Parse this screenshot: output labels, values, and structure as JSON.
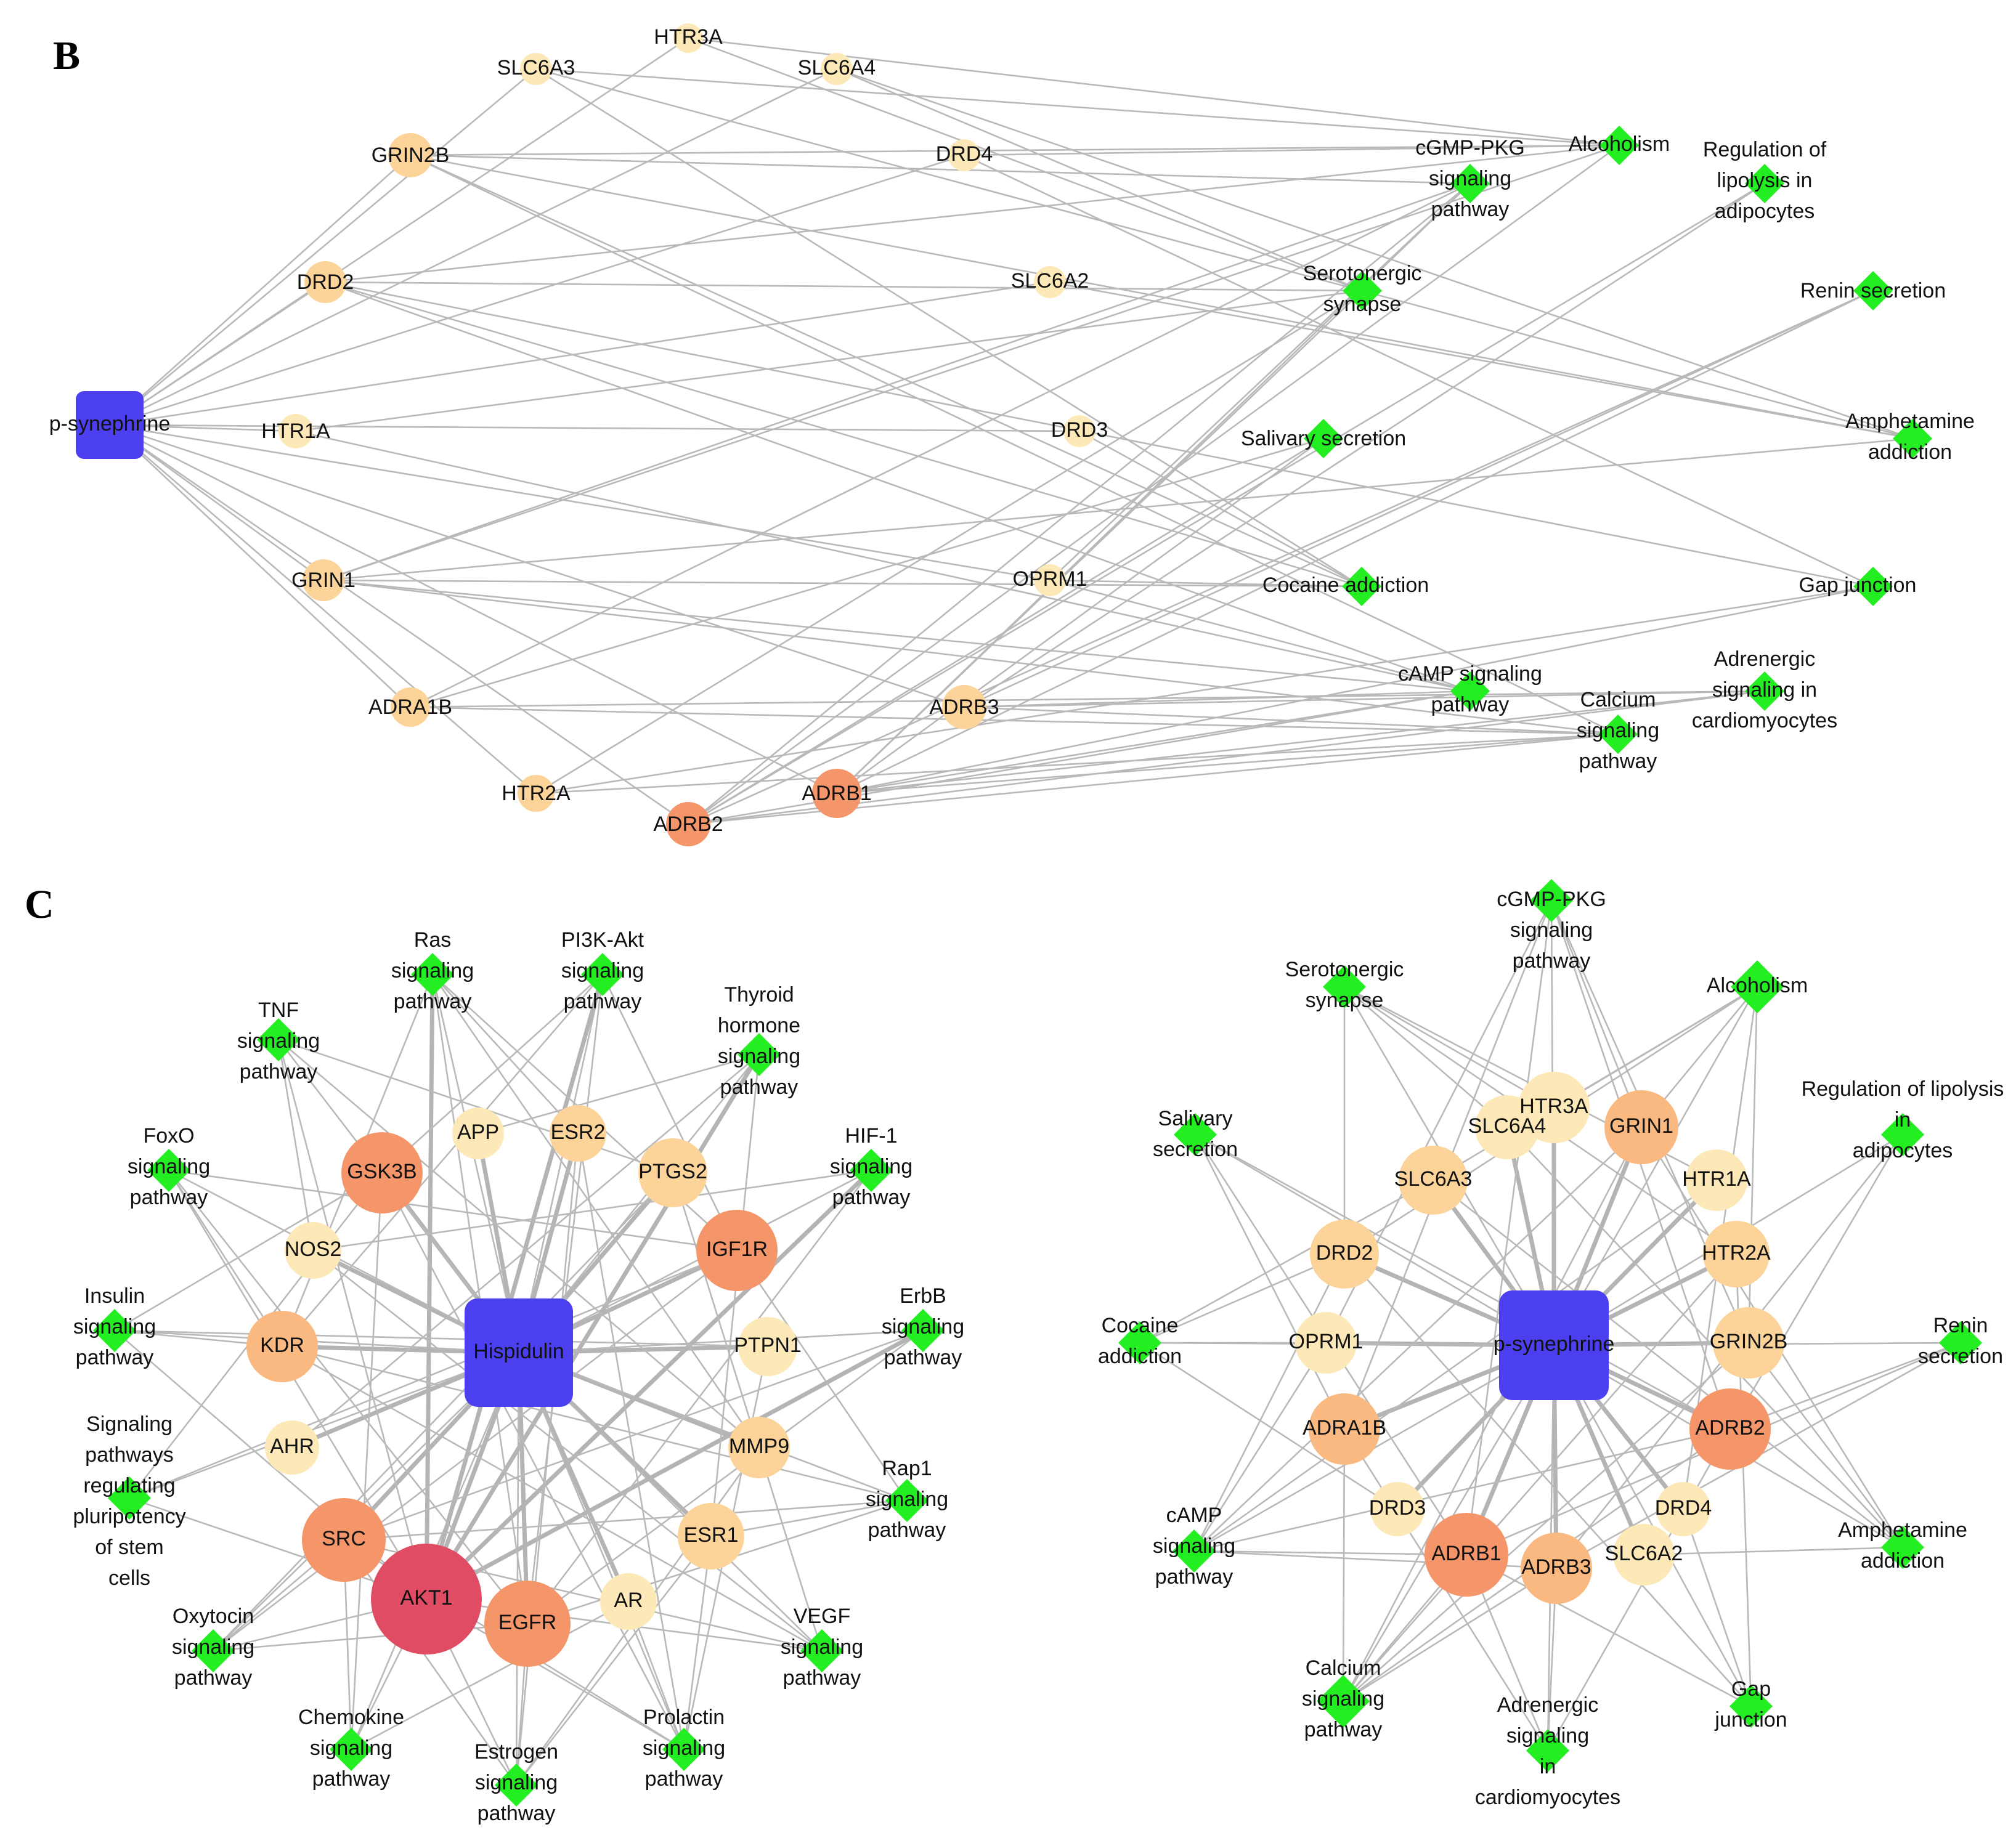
{
  "colors": {
    "hub": "#4b3ff0",
    "pathway": "#22ee22",
    "gene_pale": "#fde9b8",
    "gene_light": "#fcd49a",
    "gene_mid": "#f9b980",
    "gene_strong": "#f5956a",
    "gene_top": "#e04c63",
    "edge": "#b9b9b9"
  },
  "panel_b": {
    "letter": "B",
    "hub": "p-synephrine",
    "genes": [
      {
        "id": "SLC6A3",
        "label": "SLC6A3",
        "level": "pale"
      },
      {
        "id": "HTR3A",
        "label": "HTR3A",
        "level": "pale"
      },
      {
        "id": "SLC6A4",
        "label": "SLC6A4",
        "level": "pale"
      },
      {
        "id": "GRIN2B",
        "label": "GRIN2B",
        "level": "light"
      },
      {
        "id": "DRD4",
        "label": "DRD4",
        "level": "pale"
      },
      {
        "id": "DRD2",
        "label": "DRD2",
        "level": "light"
      },
      {
        "id": "SLC6A2",
        "label": "SLC6A2",
        "level": "pale"
      },
      {
        "id": "HTR1A",
        "label": "HTR1A",
        "level": "pale"
      },
      {
        "id": "DRD3",
        "label": "DRD3",
        "level": "pale"
      },
      {
        "id": "GRIN1",
        "label": "GRIN1",
        "level": "light"
      },
      {
        "id": "OPRM1",
        "label": "OPRM1",
        "level": "pale"
      },
      {
        "id": "ADRA1B",
        "label": "ADRA1B",
        "level": "light"
      },
      {
        "id": "ADRB3",
        "label": "ADRB3",
        "level": "light"
      },
      {
        "id": "HTR2A",
        "label": "HTR2A",
        "level": "light"
      },
      {
        "id": "ADRB1",
        "label": "ADRB1",
        "level": "strong"
      },
      {
        "id": "ADRB2",
        "label": "ADRB2",
        "level": "strong"
      }
    ],
    "pathways": [
      {
        "id": "alc",
        "lines": [
          "Alcoholism"
        ]
      },
      {
        "id": "cgmp",
        "lines": [
          "cGMP-PKG",
          "signaling",
          "pathway"
        ]
      },
      {
        "id": "lipo",
        "lines": [
          "Regulation of",
          "lipolysis in",
          "adipocytes"
        ]
      },
      {
        "id": "sero",
        "lines": [
          "Serotonergic",
          "synapse"
        ]
      },
      {
        "id": "renin",
        "lines": [
          "Renin secretion"
        ]
      },
      {
        "id": "saliv",
        "lines": [
          "Salivary secretion"
        ]
      },
      {
        "id": "amph",
        "lines": [
          "Amphetamine",
          "addiction"
        ]
      },
      {
        "id": "coca",
        "lines": [
          "Cocaine addiction"
        ]
      },
      {
        "id": "gap",
        "lines": [
          "Gap junction"
        ]
      },
      {
        "id": "camp",
        "lines": [
          "cAMP signaling",
          "pathway"
        ]
      },
      {
        "id": "adren",
        "lines": [
          "Adrenergic",
          "signaling in",
          "cardiomyocytes"
        ]
      },
      {
        "id": "calc",
        "lines": [
          "Calcium",
          "signaling",
          "pathway"
        ]
      }
    ]
  },
  "panel_c": {
    "letter": "C",
    "left": {
      "hub": "Hispidulin",
      "genes": [
        {
          "id": "APP",
          "label": "APP",
          "level": "pale"
        },
        {
          "id": "ESR2",
          "label": "ESR2",
          "level": "light"
        },
        {
          "id": "GSK3B",
          "label": "GSK3B",
          "level": "strong"
        },
        {
          "id": "PTGS2",
          "label": "PTGS2",
          "level": "light"
        },
        {
          "id": "NOS2",
          "label": "NOS2",
          "level": "pale"
        },
        {
          "id": "IGF1R",
          "label": "IGF1R",
          "level": "strong"
        },
        {
          "id": "KDR",
          "label": "KDR",
          "level": "mid"
        },
        {
          "id": "PTPN1",
          "label": "PTPN1",
          "level": "pale"
        },
        {
          "id": "AHR",
          "label": "AHR",
          "level": "pale"
        },
        {
          "id": "MMP9",
          "label": "MMP9",
          "level": "light"
        },
        {
          "id": "SRC",
          "label": "SRC",
          "level": "strong"
        },
        {
          "id": "ESR1",
          "label": "ESR1",
          "level": "light"
        },
        {
          "id": "AKT1",
          "label": "AKT1",
          "level": "top"
        },
        {
          "id": "EGFR",
          "label": "EGFR",
          "level": "strong"
        },
        {
          "id": "AR",
          "label": "AR",
          "level": "pale"
        }
      ],
      "pathways": [
        {
          "id": "ras",
          "lines": [
            "Ras",
            "signaling",
            "pathway"
          ]
        },
        {
          "id": "pi3k",
          "lines": [
            "PI3K-Akt",
            "signaling",
            "pathway"
          ]
        },
        {
          "id": "tnf",
          "lines": [
            "TNF",
            "signaling",
            "pathway"
          ]
        },
        {
          "id": "thy",
          "lines": [
            "Thyroid",
            "hormone",
            "signaling",
            "pathway"
          ]
        },
        {
          "id": "foxo",
          "lines": [
            "FoxO",
            "signaling",
            "pathway"
          ]
        },
        {
          "id": "hif",
          "lines": [
            "HIF-1",
            "signaling",
            "pathway"
          ]
        },
        {
          "id": "ins",
          "lines": [
            "Insulin",
            "signaling",
            "pathway"
          ]
        },
        {
          "id": "erbb",
          "lines": [
            "ErbB",
            "signaling",
            "pathway"
          ]
        },
        {
          "id": "stem",
          "lines": [
            "Signaling",
            "pathways",
            "regulating",
            "pluripotency",
            "of stem",
            "cells"
          ]
        },
        {
          "id": "rap1",
          "lines": [
            "Rap1",
            "signaling",
            "pathway"
          ]
        },
        {
          "id": "oxy",
          "lines": [
            "Oxytocin",
            "signaling",
            "pathway"
          ]
        },
        {
          "id": "vegf",
          "lines": [
            "VEGF",
            "signaling",
            "pathway"
          ]
        },
        {
          "id": "chem",
          "lines": [
            "Chemokine",
            "signaling",
            "pathway"
          ]
        },
        {
          "id": "estr",
          "lines": [
            "Estrogen",
            "signaling",
            "pathway"
          ]
        },
        {
          "id": "prol",
          "lines": [
            "Prolactin",
            "signaling",
            "pathway"
          ]
        }
      ]
    },
    "right": {
      "hub": "p-synephrine",
      "genes": [
        {
          "id": "HTR3A",
          "label": "HTR3A",
          "level": "pale"
        },
        {
          "id": "SLC6A4",
          "label": "SLC6A4",
          "level": "pale"
        },
        {
          "id": "GRIN1",
          "label": "GRIN1",
          "level": "mid"
        },
        {
          "id": "SLC6A3",
          "label": "SLC6A3",
          "level": "light"
        },
        {
          "id": "HTR1A",
          "label": "HTR1A",
          "level": "pale"
        },
        {
          "id": "DRD2",
          "label": "DRD2",
          "level": "light"
        },
        {
          "id": "HTR2A",
          "label": "HTR2A",
          "level": "light"
        },
        {
          "id": "OPRM1",
          "label": "OPRM1",
          "level": "pale"
        },
        {
          "id": "GRIN2B",
          "label": "GRIN2B",
          "level": "light"
        },
        {
          "id": "ADRA1B",
          "label": "ADRA1B",
          "level": "mid"
        },
        {
          "id": "ADRB2",
          "label": "ADRB2",
          "level": "strong"
        },
        {
          "id": "DRD3",
          "label": "DRD3",
          "level": "pale"
        },
        {
          "id": "DRD4",
          "label": "DRD4",
          "level": "pale"
        },
        {
          "id": "ADRB1",
          "label": "ADRB1",
          "level": "strong"
        },
        {
          "id": "ADRB3",
          "label": "ADRB3",
          "level": "mid"
        },
        {
          "id": "SLC6A2",
          "label": "SLC6A2",
          "level": "pale"
        }
      ],
      "pathways": [
        {
          "id": "cgmp",
          "lines": [
            "cGMP-PKG",
            "signaling",
            "pathway"
          ]
        },
        {
          "id": "sero",
          "lines": [
            "Serotonergic",
            "synapse"
          ]
        },
        {
          "id": "alc",
          "lines": [
            "Alcoholism"
          ]
        },
        {
          "id": "saliv",
          "lines": [
            "Salivary",
            "secretion"
          ]
        },
        {
          "id": "lipo",
          "lines": [
            "Regulation of lipolysis",
            "in",
            "adipocytes"
          ]
        },
        {
          "id": "coca",
          "lines": [
            "Cocaine",
            "addiction"
          ]
        },
        {
          "id": "renin",
          "lines": [
            "Renin",
            "secretion"
          ]
        },
        {
          "id": "camp",
          "lines": [
            "cAMP",
            "signaling",
            "pathway"
          ]
        },
        {
          "id": "amph",
          "lines": [
            "Amphetamine",
            "addiction"
          ]
        },
        {
          "id": "calc",
          "lines": [
            "Calcium",
            "signaling",
            "pathway"
          ]
        },
        {
          "id": "gap",
          "lines": [
            "Gap",
            "junction"
          ]
        },
        {
          "id": "adren",
          "lines": [
            "Adrenergic",
            "signaling",
            "in",
            "cardiomyocytes"
          ]
        }
      ]
    }
  }
}
